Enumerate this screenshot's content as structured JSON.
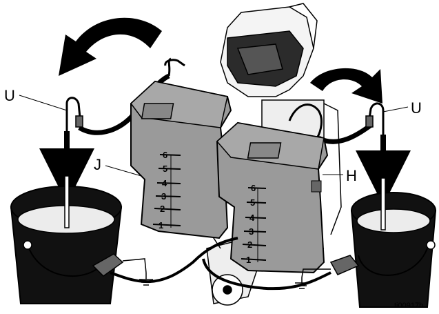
{
  "callouts": {
    "u_left": "U",
    "j": "J",
    "h": "H",
    "u_right": "U"
  },
  "hopper_scale": [
    "1",
    "2",
    "3",
    "4",
    "5",
    "6"
  ],
  "figure_id": "ti00917b",
  "icons": {
    "arrow": "curved-arrow-icon",
    "ground": "ground-symbol-icon"
  }
}
